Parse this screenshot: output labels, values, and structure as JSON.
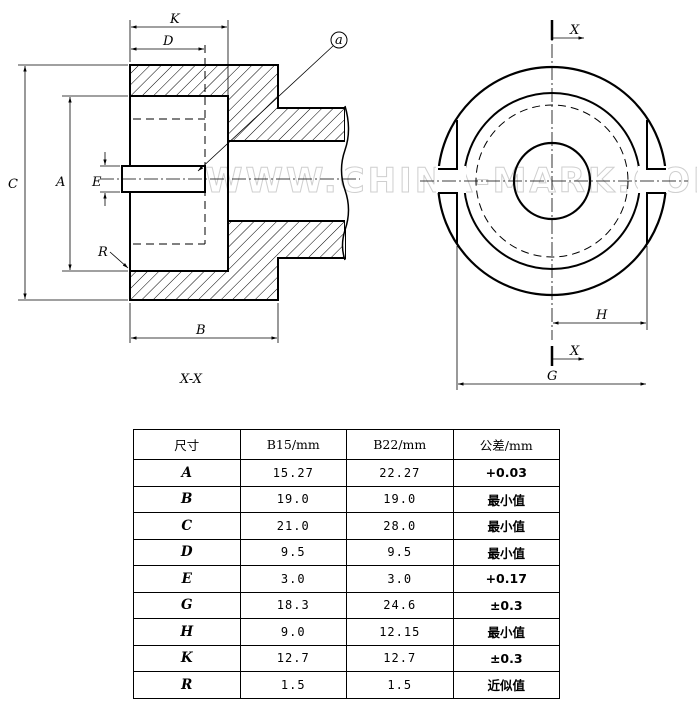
{
  "drawing": {
    "section_labels": {
      "left": "K",
      "d": "D",
      "c": "C",
      "a": "A",
      "e": "E",
      "r": "R",
      "b": "B",
      "callout": "a"
    },
    "section_title": "X-X",
    "right_labels": {
      "x_top": "X",
      "x_bottom": "X",
      "h": "H",
      "g": "G"
    },
    "watermark": "WWW.CHINA-MARK.COM"
  },
  "table": {
    "headers": [
      "尺寸",
      "B15/mm",
      "B22/mm",
      "公差/mm"
    ],
    "rows": [
      {
        "dim": "A",
        "b15": "15.27",
        "b22": "22.27",
        "tol": "+0.03"
      },
      {
        "dim": "B",
        "b15": "19.0",
        "b22": "19.0",
        "tol": "最小值"
      },
      {
        "dim": "C",
        "b15": "21.0",
        "b22": "28.0",
        "tol": "最小值"
      },
      {
        "dim": "D",
        "b15": "9.5",
        "b22": "9.5",
        "tol": "最小值"
      },
      {
        "dim": "E",
        "b15": "3.0",
        "b22": "3.0",
        "tol": "+0.17"
      },
      {
        "dim": "G",
        "b15": "18.3",
        "b22": "24.6",
        "tol": "±0.3"
      },
      {
        "dim": "H",
        "b15": "9.0",
        "b22": "12.15",
        "tol": "最小值"
      },
      {
        "dim": "K",
        "b15": "12.7",
        "b22": "12.7",
        "tol": "±0.3"
      },
      {
        "dim": "R",
        "b15": "1.5",
        "b22": "1.5",
        "tol": "近似值"
      }
    ]
  }
}
